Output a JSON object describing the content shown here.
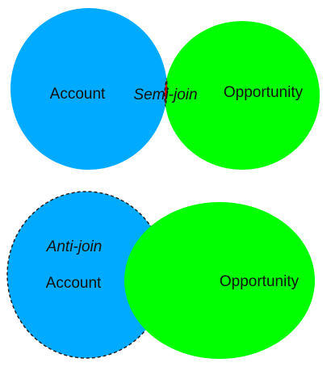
{
  "diagrams": [
    {
      "left_label": "Account",
      "right_label": "Opportunity",
      "overlap_label": "Semi-join",
      "highlight": "intersection"
    },
    {
      "left_label": "Account",
      "left_note": "Anti-join",
      "right_label": "Opportunity",
      "highlight": "left-only"
    }
  ],
  "colors": {
    "account": "#00aaff",
    "opportunity": "#00ff00",
    "intersection": "#ff0000",
    "outline": "#222222"
  }
}
